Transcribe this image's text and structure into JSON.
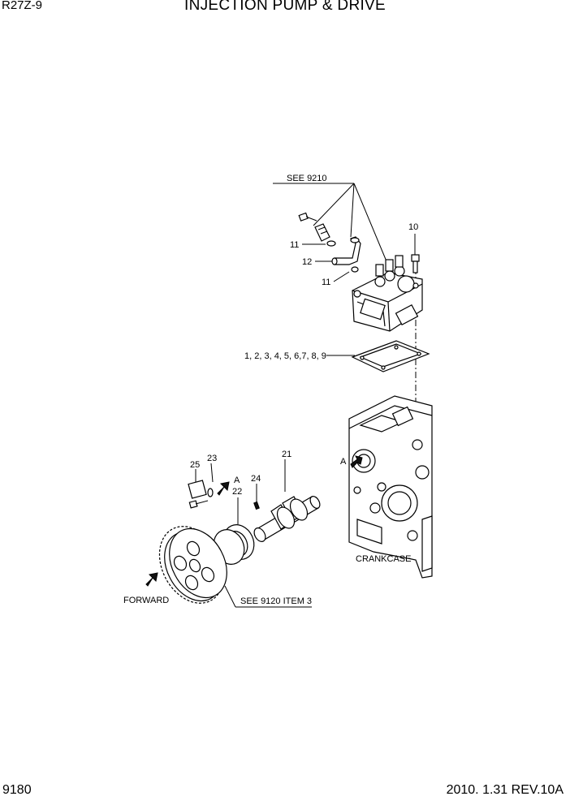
{
  "header": {
    "model_code": "R27Z-9",
    "title": "INJECTION PUMP & DRIVE"
  },
  "footer": {
    "page_number": "9180",
    "revision": "2010. 1.31  REV.10A"
  },
  "callouts": {
    "see_9210": "SEE 9210",
    "item_10": "10",
    "item_11_upper": "11",
    "item_12": "12",
    "item_11_lower": "11",
    "items_1_9": "1, 2, 3, 4, 5, 6,7, 8, 9",
    "item_21": "21",
    "item_22": "22",
    "item_23": "23",
    "item_24": "24",
    "item_25": "25",
    "view_a_left": "A",
    "view_a_right": "A",
    "crankcase": "CRANKCASE",
    "forward": "FORWARD",
    "see_9120": "SEE 9120 ITEM 3"
  }
}
